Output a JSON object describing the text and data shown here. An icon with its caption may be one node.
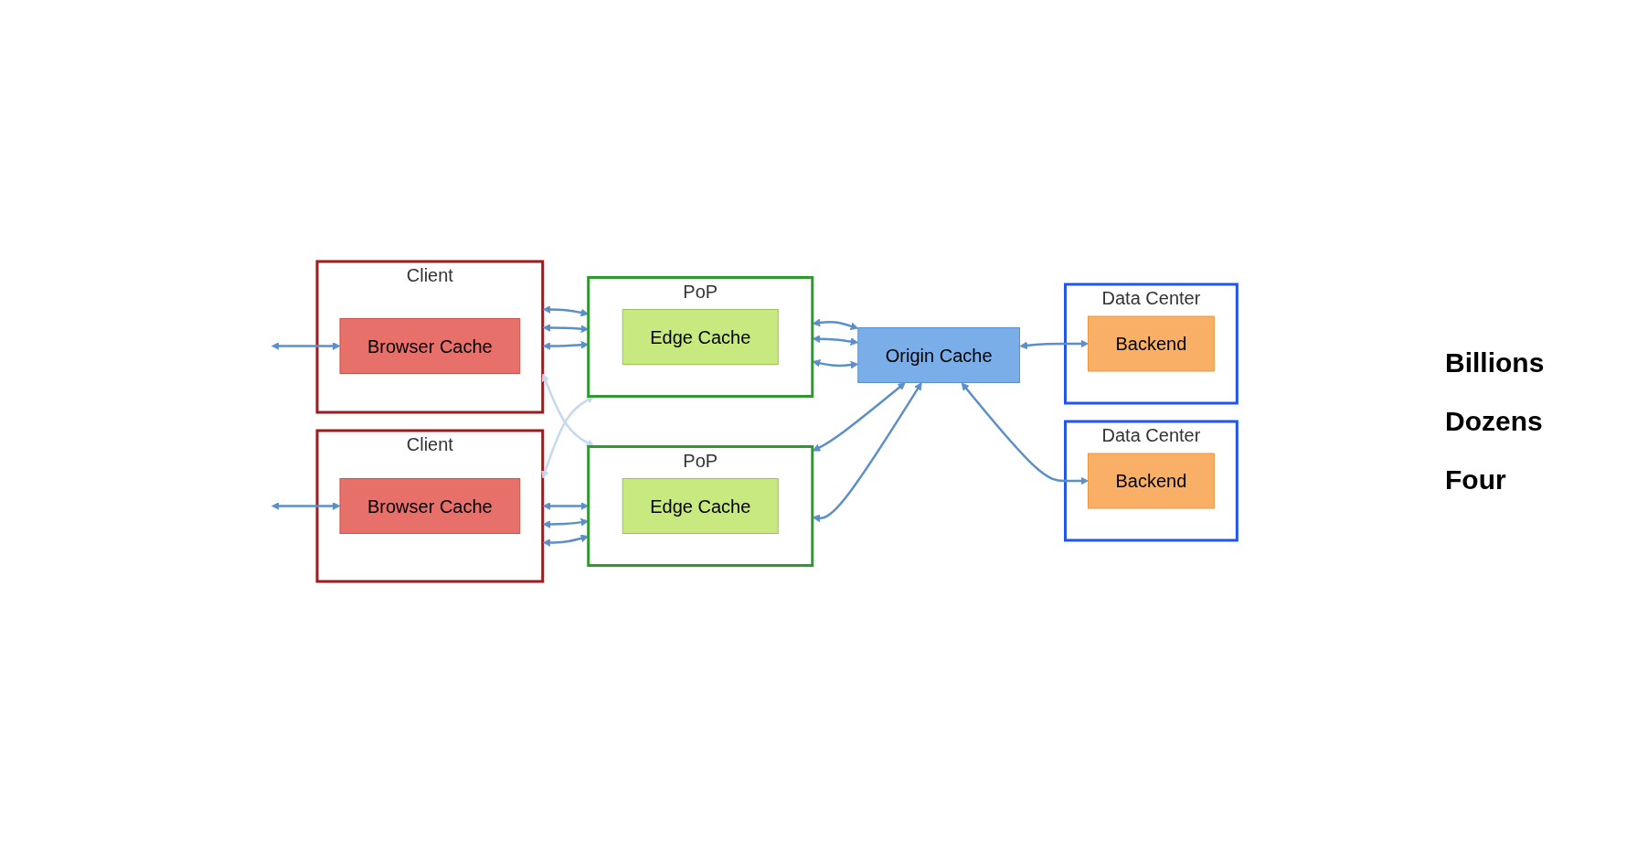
{
  "diagram": {
    "nodes": [
      {
        "text": [
          "Client"
        ]
      },
      {
        "text": [
          "Browser Cache"
        ],
        "in": 0
      },
      {
        "text": [
          "PoP"
        ]
      },
      {
        "text": [
          "Edge Cache"
        ],
        "in": 2
      },
      {
        "text": [
          "Data Center"
        ]
      },
      {
        "text": [
          "Origin Cache"
        ]
      },
      {
        "text": [
          "Backend"
        ],
        "in": 4
      },
      {
        "text": [
          "Data Center"
        ]
      },
      {
        "text": [
          "Backend"
        ],
        "in": 7
      },
      {
        "text": [
          "Client"
        ]
      },
      {
        "text": [
          "Browser Cache"
        ],
        "in": 9
      },
      {
        "text": [
          "PoP"
        ]
      },
      {
        "text": [
          "Edge Cache"
        ],
        "in": 11
      }
    ],
    "edges": [
      {
        "from": null,
        "to": 1,
        "arrow": "both"
      },
      {
        "from": 0,
        "to": 2,
        "arrow": "both"
      },
      {
        "from": 0,
        "to": 2,
        "arrow": "both"
      },
      {
        "from": 0,
        "to": 2,
        "arrow": "both"
      },
      {
        "from": 0,
        "to": 11,
        "arrow": "both",
        "color": "#c5d9ee"
      },
      {
        "from": 9,
        "to": 2,
        "arrow": "both",
        "color": "#c5d9ee"
      },
      {
        "from": 2,
        "to": 5,
        "arrow": "both"
      },
      {
        "from": 2,
        "to": 5,
        "arrow": "both"
      },
      {
        "from": 2,
        "to": 5,
        "arrow": "both"
      },
      {
        "from": 11,
        "to": 5,
        "arrow": "both"
      },
      {
        "from": 11,
        "to": 5,
        "arrow": "both"
      },
      {
        "from": 5,
        "to": 6,
        "arrow": "both"
      },
      {
        "from": 5,
        "to": 8,
        "arrow": "both"
      },
      {
        "from": null,
        "to": 10,
        "arrow": "both"
      },
      {
        "from": 9,
        "to": 11,
        "arrow": "both"
      },
      {
        "from": 9,
        "to": 11,
        "arrow": "both"
      },
      {
        "from": 9,
        "to": 11,
        "arrow": "both"
      }
    ],
    "labels": [
      "Billions",
      "Dozens",
      "Four"
    ]
  }
}
